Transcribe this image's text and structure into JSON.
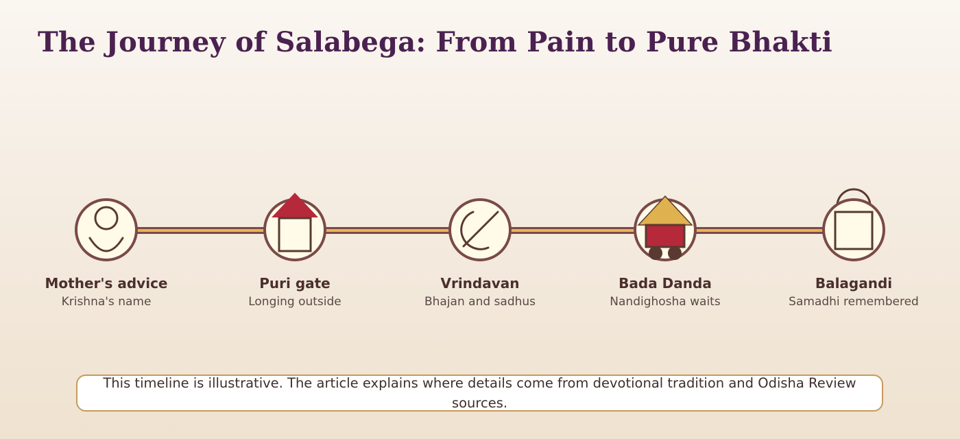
{
  "title": "The Journey of Salabega: From Pain to Pure Bhakti",
  "stages": [
    {
      "title": "Mother's advice",
      "subtitle": "Krishna's name",
      "icon": "mother-child-icon"
    },
    {
      "title": "Puri gate",
      "subtitle": "Longing outside",
      "icon": "temple-gate-icon"
    },
    {
      "title": "Vrindavan",
      "subtitle": "Bhajan and sadhus",
      "icon": "flute-icon"
    },
    {
      "title": "Bada Danda",
      "subtitle": "Nandighosha waits",
      "icon": "chariot-icon"
    },
    {
      "title": "Balagandi",
      "subtitle": "Samadhi remembered",
      "icon": "samadhi-shrine-icon"
    }
  ],
  "note": "This timeline is illustrative. The article explains where details come from devotional tradition and Odisha Review sources.",
  "colors": {
    "title": "#4a2150",
    "circle_stroke": "#7a4a48",
    "circle_fill": "#fffbe8",
    "line_outer": "#7a4a48",
    "line_inner": "#e8b45a",
    "crimson": "#b5293a",
    "gold": "#e0b24f",
    "dark_brown": "#5a3a30",
    "note_border": "#c79a5a"
  }
}
